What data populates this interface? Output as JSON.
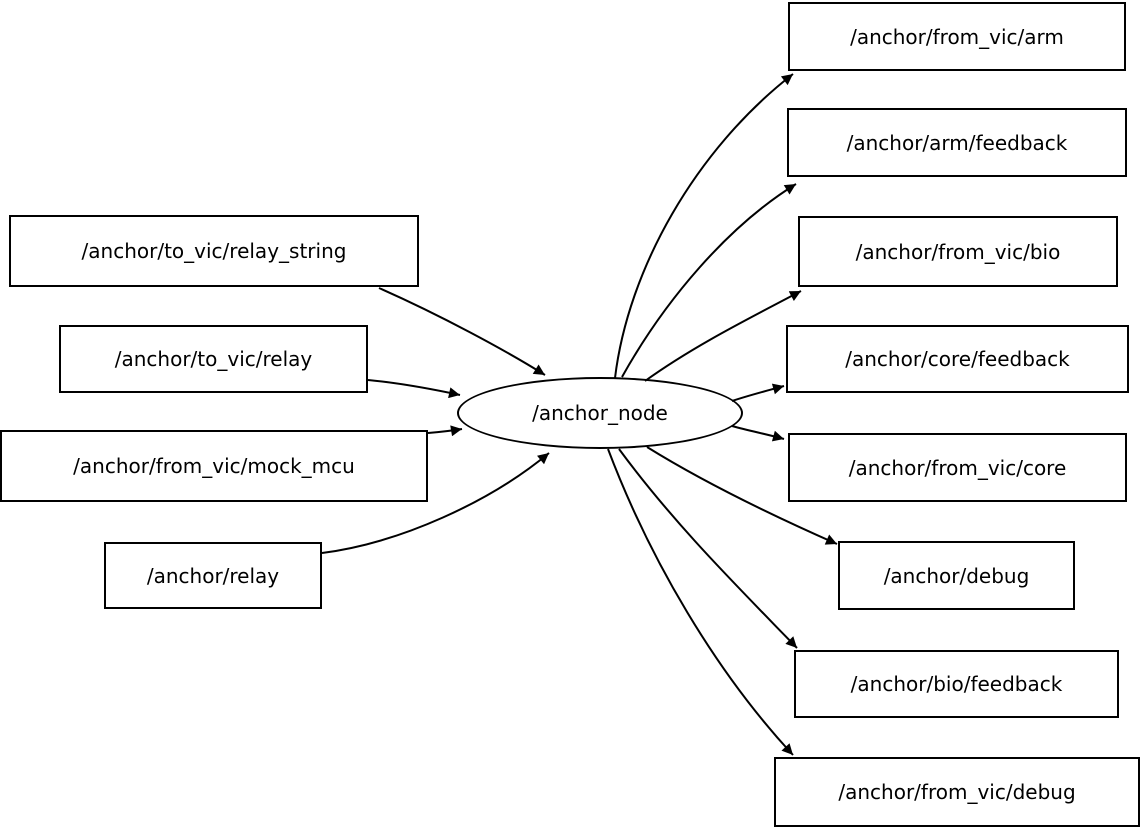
{
  "diagram": {
    "type": "ros-node-graph",
    "center_node": {
      "label": "/anchor_node",
      "shape": "ellipse"
    },
    "input_topics": [
      {
        "label": "/anchor/to_vic/relay_string"
      },
      {
        "label": "/anchor/to_vic/relay"
      },
      {
        "label": "/anchor/from_vic/mock_mcu"
      },
      {
        "label": "/anchor/relay"
      }
    ],
    "output_topics": [
      {
        "label": "/anchor/from_vic/arm"
      },
      {
        "label": "/anchor/arm/feedback"
      },
      {
        "label": "/anchor/from_vic/bio"
      },
      {
        "label": "/anchor/core/feedback"
      },
      {
        "label": "/anchor/from_vic/core"
      },
      {
        "label": "/anchor/debug"
      },
      {
        "label": "/anchor/bio/feedback"
      },
      {
        "label": "/anchor/from_vic/debug"
      }
    ],
    "edges": [
      {
        "from": "/anchor/to_vic/relay_string",
        "to": "/anchor_node"
      },
      {
        "from": "/anchor/to_vic/relay",
        "to": "/anchor_node"
      },
      {
        "from": "/anchor/from_vic/mock_mcu",
        "to": "/anchor_node"
      },
      {
        "from": "/anchor/relay",
        "to": "/anchor_node"
      },
      {
        "from": "/anchor_node",
        "to": "/anchor/from_vic/arm"
      },
      {
        "from": "/anchor_node",
        "to": "/anchor/arm/feedback"
      },
      {
        "from": "/anchor_node",
        "to": "/anchor/from_vic/bio"
      },
      {
        "from": "/anchor_node",
        "to": "/anchor/core/feedback"
      },
      {
        "from": "/anchor_node",
        "to": "/anchor/from_vic/core"
      },
      {
        "from": "/anchor_node",
        "to": "/anchor/debug"
      },
      {
        "from": "/anchor_node",
        "to": "/anchor/bio/feedback"
      },
      {
        "from": "/anchor_node",
        "to": "/anchor/from_vic/debug"
      }
    ],
    "colors": {
      "background": "#ffffff",
      "node_fill": "#ffffff",
      "node_border": "#000000",
      "edge": "#000000",
      "text": "#000000"
    }
  }
}
